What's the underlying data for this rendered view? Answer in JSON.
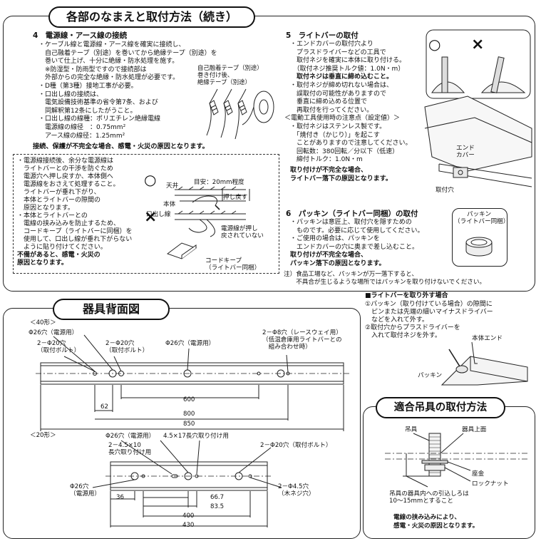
{
  "header": {
    "title": "各部のなまえと取付方法（続き）"
  },
  "sec4": {
    "heading": "4　電源線・アース線の接続",
    "lines": [
      "・ケーブル線と電源線・アース線を確実に接続し、",
      "　自己融着テープ（別途）を巻いてから絶縁テープ（別途）を",
      "　巻いて仕上げ、十分に絶縁・防水処理を施す。",
      "　※防湿型・防雨型ですので接続部は",
      "　外部からの完全な絶縁・防水処理が必要です。",
      "・D種（第3種）接地工事が必要。",
      "・口出し線の接続は、",
      "　電気設備技術基準の省令第7条、および",
      "　同解釈第12条にしたがうこと。",
      "・口出し線の線種：ポリエチレン絶縁電線",
      "　電源線の線径　：0.75mm²",
      "　アース線の線径：1.25mm²"
    ],
    "tape_label": "自己融着テープ（別途）\n巻き付け後、\n絶縁テープ（別途）",
    "warning": "接続、保護が不完全な場合、感電・火災の原因となります。"
  },
  "box4": {
    "lines_top": [
      "・電源線接続後、余分な電源線は",
      "　ライトバーとの干渉を防ぐため",
      "　電源穴へ押し戻すか、本体側へ",
      "　電源線をおさえて処理すること。",
      "　ライトバーが垂れ下がり、",
      "　本体とライトバーの隙間の",
      "　原因となります。",
      "・本体とライトバーとの",
      "　電線の挟み込みを防止するため、",
      "　コードキープ（ライトバーに同梱）を",
      "　使用して、口出し線が垂れ下がらない",
      "　ように貼り付けてください。"
    ],
    "warning": "不備があると、感電・火災の\n原因となります。",
    "ok_mark": "○",
    "ng_mark": "×",
    "ceiling": "天井",
    "guide": "目安：20mm程度",
    "body": "本体",
    "lead": "口出し線",
    "push": "押し戻す",
    "not_pushed": "電源線が押し\n戻されていない",
    "cordkeep": "コードキープ\n（ライトバー同梱）"
  },
  "sec5": {
    "heading": "5　ライトバーの取付",
    "lines": [
      "・エンドカバーの取付穴より",
      "　プラスドライバーなどの工具で",
      "　取付ネジを確実に本体に取り付ける。",
      "　（取付ネジ推奨トルク値：1.0N・m）"
    ],
    "bold1": "　取付ネジは垂直に締め込むこと。",
    "lines2": [
      "・取付ネジが締め切れない場合は、",
      "　誤取付の可能性がありますので",
      "　垂直に締め込める位置で",
      "　再取付を行ってください。",
      "＜電動工具使用時の注意点（設定値）＞",
      "・取付ネジはステンレス製です。",
      "　「焼付き（かじり）」を起こす",
      "　ことがありますので注意してください。",
      "　回転数：380回転／分以下（低速）",
      "　締付トルク：1.0N・m"
    ],
    "warning": "取り付けが不完全な場合、\nライトバー落下の原因となります。",
    "end_cover": "エンド\nカバー",
    "mount_hole": "取付穴",
    "ok_mark": "○",
    "ng_mark": "×"
  },
  "sec6": {
    "heading": "6　パッキン（ライトバー同梱）の取付",
    "lines": [
      "・パッキンは意匠上、取付穴を隠すための",
      "　ものです。必要に応じて使用してください。",
      "・ご使用の場合は、パッキンを",
      "　エンドカバーの穴に奥まで差し込むこと。"
    ],
    "warning": "取り付けが不完全な場合、\nパッキン落下の原因となります。",
    "packing_label": "パッキン\n（ライトバー同梱）",
    "note": "注）食品工場など、パッキンが万一落下すると、\n　　不具合が生じるような場所ではパッキンを取り付けないでください。"
  },
  "back": {
    "title": "器具背面図",
    "type40": "＜40形＞",
    "t40": {
      "hole_power": "Φ26穴（電源用）",
      "bolt1": "2－Φ20穴\n（取付ボルト）",
      "bolt2": "2－Φ20穴\n（取付ボルト）",
      "power2": "Φ26穴（電源用）",
      "raceway": "2－Φ8穴（レースウェイ用）\n（低温倉庫用ライトバーとの\n　組み合わせ時）",
      "d600": "600",
      "d62": "62",
      "d800": "800",
      "d850": "850"
    },
    "type20": "＜20形＞",
    "t20": {
      "power_top": "Φ26穴（電源用）",
      "slot": "4.5×17長穴取り付け用",
      "slot2": "2－4.5×10\n長穴取り付け用",
      "bolt": "2－Φ20穴（取付ボルト）",
      "power_left": "Φ26穴\n（電源用）",
      "wood": "2－Φ4.5穴\n（木ネジ穴）",
      "d36": "36",
      "d667": "66.7",
      "d835": "83.5",
      "d400": "400",
      "d430": "430"
    }
  },
  "remove": {
    "heading": "■ライトバーを取り外す場合",
    "lines": [
      "①パッキン（取り付けている場合）の隙間に",
      "　ピンまたは先端の細いマイナスドライバー",
      "　などを入れて外す。",
      "②取付穴からプラスドライバーを",
      "　入れて取付ネジを外す。"
    ],
    "body_end": "本体エンド",
    "packing": "パッキン"
  },
  "hanger": {
    "title": "適合吊具の取付方法",
    "bolt": "吊具",
    "top": "器具上面",
    "washer": "座金",
    "nut": "ロックナット",
    "length": "吊具の器具内への引込しろは\n10～15mmとすること",
    "warning": "電線の挟み込みにより、\n感電・火災の原因となります。"
  }
}
